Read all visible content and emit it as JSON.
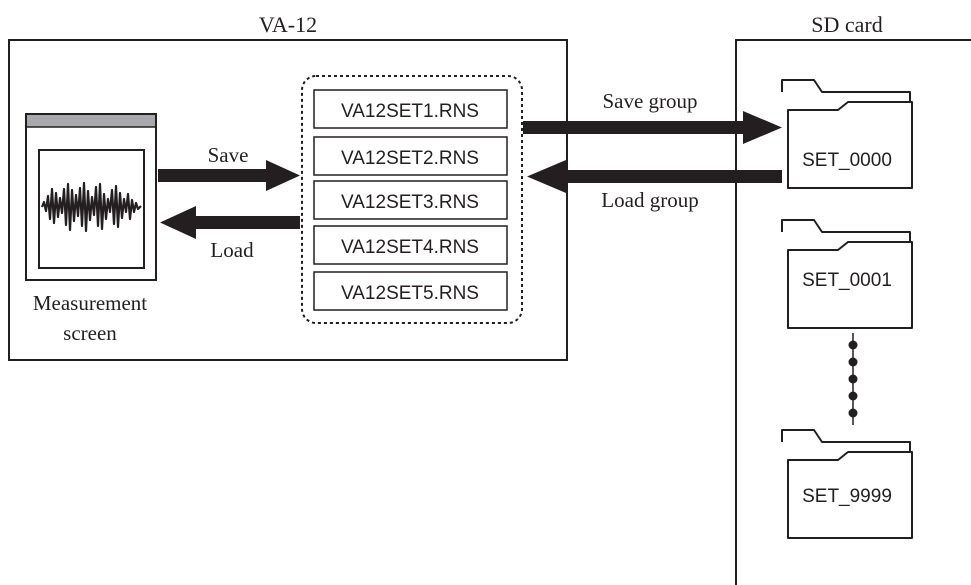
{
  "device": {
    "title": "VA-12"
  },
  "sd_card": {
    "title": "SD card"
  },
  "measurement_screen": {
    "label_line1": "Measurement",
    "label_line2": "screen"
  },
  "arrows": {
    "save": "Save",
    "load": "Load",
    "save_group": "Save group",
    "load_group": "Load group"
  },
  "setting_files": [
    "VA12SET1.RNS",
    "VA12SET2.RNS",
    "VA12SET3.RNS",
    "VA12SET4.RNS",
    "VA12SET5.RNS"
  ],
  "folders": {
    "first": "SET_0000",
    "second": "SET_0001",
    "last": "SET_9999",
    "ellipsis_icon": "vertical-dots-icon",
    "folder_icon": "folder-icon"
  },
  "colors": {
    "stroke": "#231f20",
    "screen_bar": "#a7a9ac",
    "background": "#ffffff"
  }
}
